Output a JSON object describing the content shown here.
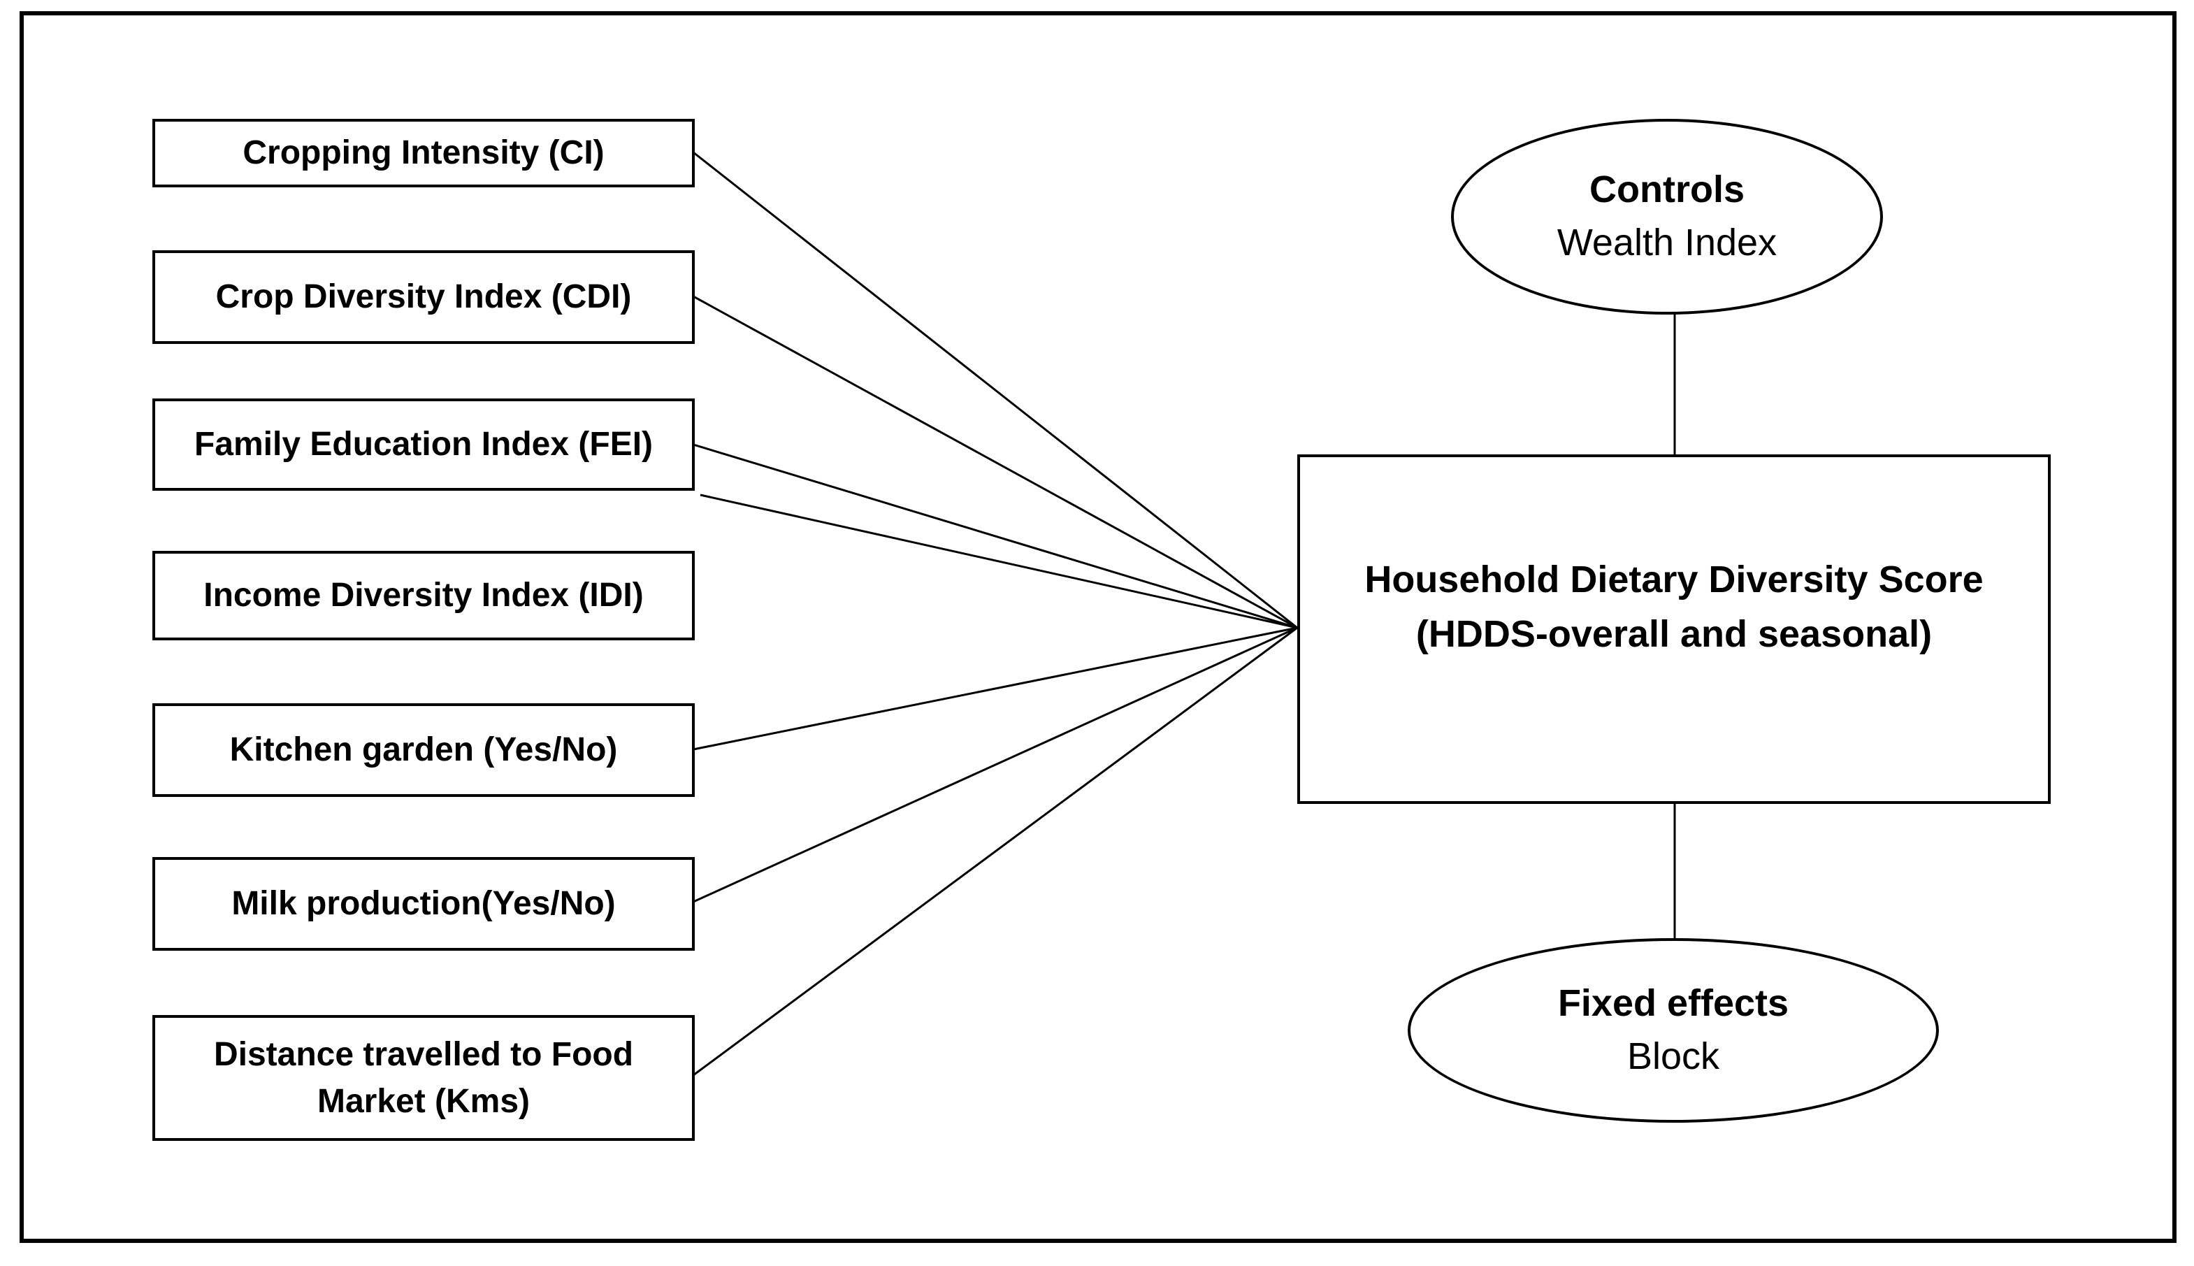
{
  "predictors": [
    {
      "label": "Cropping Intensity (CI)"
    },
    {
      "label": "Crop Diversity Index (CDI)"
    },
    {
      "label": "Family Education Index (FEI)"
    },
    {
      "label": "Income Diversity Index (IDI)"
    },
    {
      "label": "Kitchen garden (Yes/No)"
    },
    {
      "label": "Milk production(Yes/No)"
    },
    {
      "label": "Distance travelled to Food Market (Kms)"
    }
  ],
  "outcome": {
    "line1": "Household Dietary Diversity Score",
    "line2": "(HDDS-overall and seasonal)"
  },
  "controls": {
    "title": "Controls",
    "subtitle": "Wealth Index"
  },
  "fixed_effects": {
    "title": "Fixed effects",
    "subtitle": "Block"
  }
}
